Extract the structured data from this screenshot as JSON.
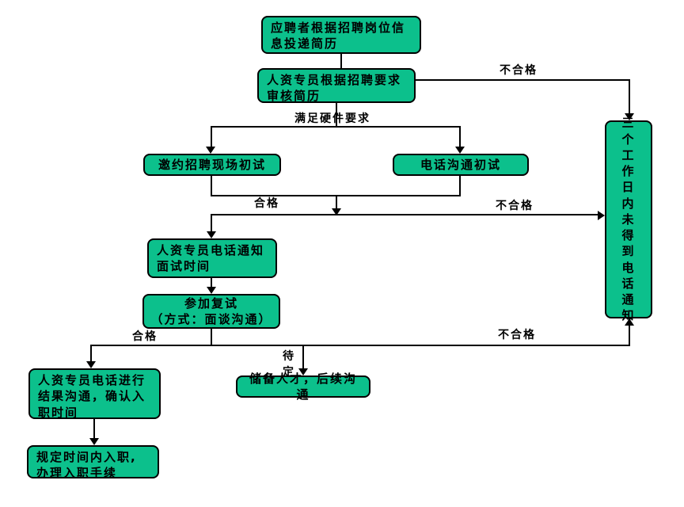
{
  "diagram": {
    "title_hint": "recruitment-process-flowchart",
    "colors": {
      "node_fill": "#0cc08c",
      "node_border": "#000000",
      "connector": "#000000",
      "background": "#ffffff"
    },
    "nodes": {
      "apply": "应聘者根据招聘岗位信息投递简历",
      "review": "人资专员根据招聘要求审核简历",
      "onsite_first_interview": "邀约招聘现场初试",
      "phone_first_interview": "电话沟通初试",
      "notify_interview_time": "人资专员电话通知面试时间",
      "second_interview": "参加复试\n（方式：面谈沟通）",
      "result_communication": "人资专员电话进行结果沟通，确认入职时间",
      "reserve_talent": "储备人才，后续沟通",
      "onboard": "规定时间内入职,办理入职手续",
      "no_phone_notice": "三个工作日内未得到电话通知"
    },
    "edge_labels": {
      "unqualified_top": "不合格",
      "meets_hardware_req": "满足硬件要求",
      "qualified_mid": "合格",
      "unqualified_mid": "不合格",
      "qualified_bottom": "合格",
      "pending": "待定",
      "unqualified_bottom": "不合格"
    }
  }
}
